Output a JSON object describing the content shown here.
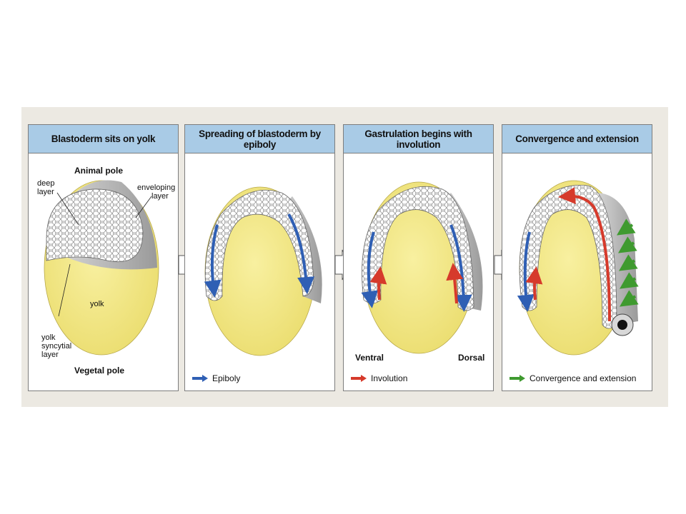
{
  "panels": [
    {
      "title": "Blastoderm sits on yolk"
    },
    {
      "title": "Spreading of blastoderm by epiboly"
    },
    {
      "title": "Gastrulation begins with involution"
    },
    {
      "title": "Convergence and extension"
    }
  ],
  "labels": {
    "animal_pole": "Animal pole",
    "deep_layer": [
      "deep",
      "layer"
    ],
    "enveloping_layer": [
      "enveloping",
      "layer"
    ],
    "yolk": "yolk",
    "yolk_syncytial_layer": [
      "yolk",
      "syncytial",
      "layer"
    ],
    "vegetal_pole": "Vegetal pole",
    "ventral": "Ventral",
    "dorsal": "Dorsal"
  },
  "legend": {
    "epiboly": "Epiboly",
    "involution": "Involution",
    "convergence": "Convergence and extension"
  },
  "colors": {
    "title_bar": "#a9cbe6",
    "yolk": "#f5eb8f",
    "yolk_dark": "#e4d461",
    "epiboly": "#2f5fb4",
    "involution": "#d63a2b",
    "convergence": "#3f9a2f"
  }
}
